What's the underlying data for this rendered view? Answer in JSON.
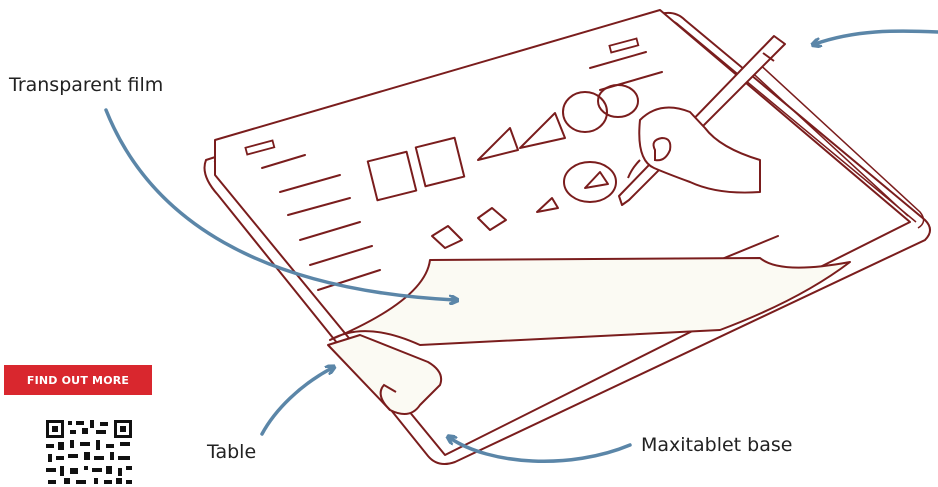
{
  "labels": {
    "transparent_film": "Transparent film",
    "table": "Table",
    "maxitablet_base": "Maxitablet base"
  },
  "cta": {
    "label": "FIND OUT MORE"
  },
  "colors": {
    "line": "#7a1d1d",
    "arrow": "#5b86a8",
    "sheet_fill": "#fbfaf3",
    "cta_bg": "#d9272e"
  }
}
